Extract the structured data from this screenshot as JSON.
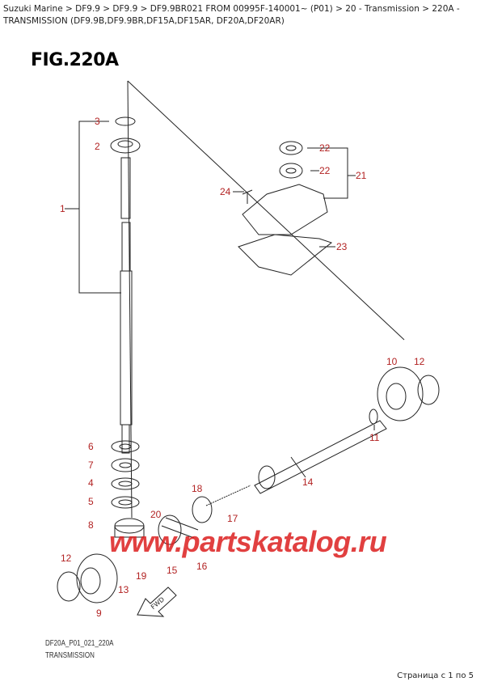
{
  "breadcrumb": "Suzuki Marine > DF9.9 > DF9.9 > DF9.9BR021 FROM 00995F-140001~ (P01) > 20 - Transmission > 220A - TRANSMISSION (DF9.9B,DF9.9BR,DF15A,DF15AR, DF20A,DF20AR)",
  "figure_title": "FIG.220A",
  "callouts": [
    "3",
    "2",
    "1",
    "22",
    "22",
    "21",
    "24",
    "23",
    "10",
    "12",
    "11",
    "14",
    "18",
    "17",
    "20",
    "6",
    "7",
    "4",
    "5",
    "8",
    "12",
    "19",
    "15",
    "16",
    "13",
    "9"
  ],
  "direction_label": "FWD",
  "watermark": "www.partskatalog.ru",
  "drawing_code": "DF20A_P01_021_220A",
  "drawing_name": "TRANSMISSION",
  "pagination": "Страница с 1 по 5",
  "label_color": "#b22222"
}
